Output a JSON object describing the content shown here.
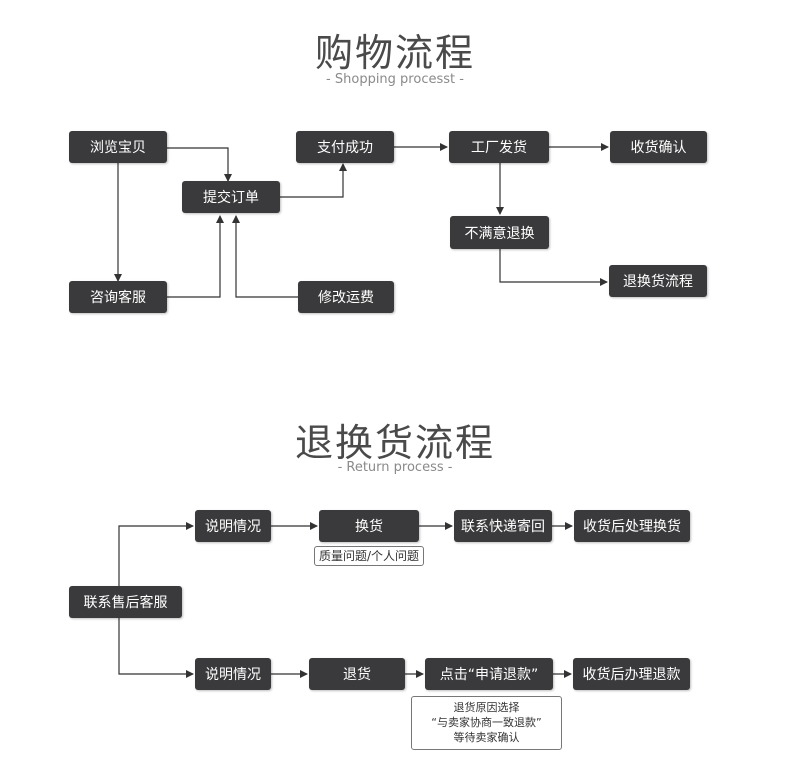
{
  "shopping": {
    "title": "购物流程",
    "subtitle": "- Shopping processt -",
    "nodes": {
      "browse": "浏览宝贝",
      "consult": "咨询客服",
      "submit": "提交订单",
      "paid": "支付成功",
      "ship": "工厂发货",
      "confirm": "收货确认",
      "unsatisfied": "不满意退换",
      "return_flow": "退换货流程",
      "modify_freight": "修改运费"
    }
  },
  "returns": {
    "title": "退换货流程",
    "subtitle": "- Return process -",
    "nodes": {
      "contact": "联系售后客服",
      "explain_exchange": "说明情况",
      "exchange": "换货",
      "express": "联系快递寄回",
      "receive_exchange": "收货后处理换货",
      "explain_refund": "说明情况",
      "refund": "退货",
      "apply": "点击“申请退款”",
      "receive_refund": "收货后办理退款"
    },
    "notes": {
      "exchange_note": "质量问题/个人问题",
      "refund_note_1": "退货原因选择",
      "refund_note_2": "“与卖家协商一致退款”",
      "refund_note_3": "等待卖家确认"
    }
  }
}
